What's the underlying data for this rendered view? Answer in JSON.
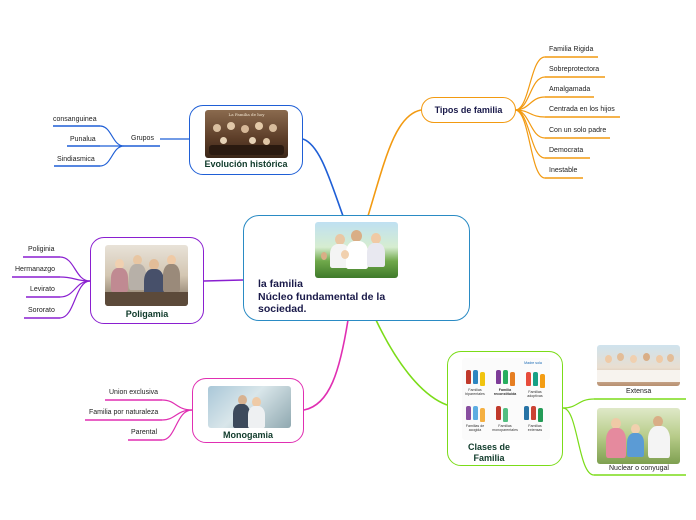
{
  "center": {
    "title_line1": "la familia",
    "title_line2": "Núcleo fundamental de la",
    "title_line3": "sociedad."
  },
  "evolucion": {
    "title": "Evolución histórica",
    "group": "Grupos",
    "items": [
      "consanguinea",
      "Punalua",
      "Sindiasmica"
    ],
    "photo_caption": "La Familia de hoy"
  },
  "tipos": {
    "title": "Tipos de familia",
    "items": [
      "Familia Rigida",
      "Sobreprotectora",
      "Amalgamada",
      "Centrada en los hijos",
      "Con un solo padre",
      "Democrata",
      "Inestable"
    ]
  },
  "poligamia": {
    "title": "Poligamia",
    "items": [
      "Poliginia",
      "Hermanazgo",
      "Levirato",
      "Sororato"
    ]
  },
  "monogamia": {
    "title": "Monogamia",
    "items": [
      "Union exclusiva",
      "Familia por naturaleza",
      "Parental"
    ]
  },
  "clases": {
    "title_line1": "Clases de",
    "title_line2": "Familia",
    "items": [
      "Extensa",
      "Nuclear o conyugal"
    ],
    "infographic_labels": [
      "Madre sola",
      "Familias biparentales",
      "Familia reconstituida",
      "Familias adoptivas",
      "Familias de acogida",
      "Familias monoparentales",
      "Familias extensas"
    ]
  },
  "colors": {
    "center": "#2a8bc4",
    "evolucion": "#1f5fd6",
    "tipos": "#f29a11",
    "poligamia": "#8a1fd0",
    "monogamia": "#e02fb2",
    "clases": "#7bdc19"
  }
}
